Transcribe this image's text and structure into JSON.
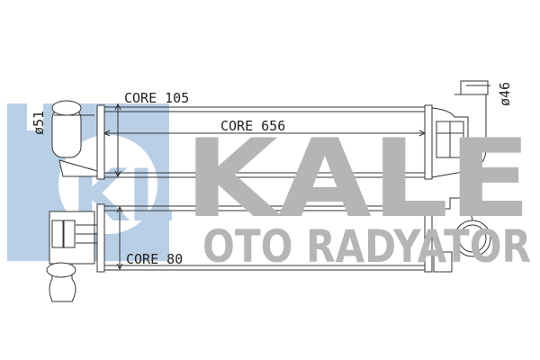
{
  "watermark": {
    "brand": "KALE",
    "subtitle": "OTO RADYATOR",
    "logo_letters": "KL",
    "colors": {
      "logo_blue": "#b9cfe6",
      "text_gray": "#b5b5b5"
    }
  },
  "dimensions": {
    "inlet_diameter": "ø51",
    "outlet_diameter": "ø46",
    "core_height": "CORE 105",
    "core_length": "CORE 656",
    "core_thickness": "CORE 80"
  }
}
